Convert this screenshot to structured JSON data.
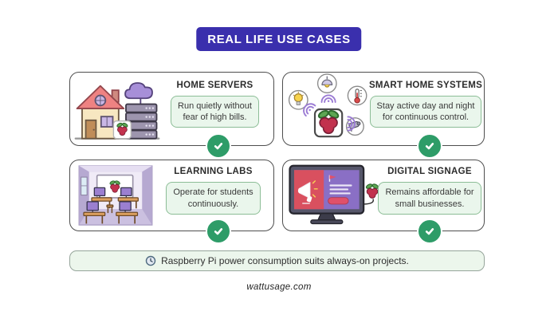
{
  "header": {
    "title": "REAL LIFE USE CASES"
  },
  "cards": [
    {
      "title": "HOME SERVERS",
      "description_line1": "Run quietly without",
      "description_line2": "fear of high bills.",
      "illustration": "house-cloud-server-illustration",
      "status_icon": "check-icon"
    },
    {
      "title": "SMART HOME SYSTEMS",
      "description_line1": "Stay active day and night",
      "description_line2": "for continuous control.",
      "illustration": "smart-home-devices-illustration",
      "status_icon": "check-icon"
    },
    {
      "title": "LEARNING LABS",
      "description_line1": "Operate for students",
      "description_line2": "continuously.",
      "illustration": "classroom-illustration",
      "status_icon": "check-icon"
    },
    {
      "title": "DIGITAL SIGNAGE",
      "description_line1": "Remains affordable for",
      "description_line2": "small businesses.",
      "illustration": "tv-signage-illustration",
      "status_icon": "check-icon"
    }
  ],
  "banner": {
    "icon": "clock-icon",
    "text": "Raspberry Pi power consumption suits always-on projects."
  },
  "footer": {
    "site": "wattusage.com"
  },
  "colors": {
    "badge_bg": "#3a2fad",
    "check_green": "#2e9c68",
    "note_bg": "#eaf6ec",
    "note_border": "#8cbd96",
    "banner_bg": "#ecf6ec",
    "card_border": "#4e4e4e",
    "raspberry_red": "#c2324e",
    "leaf_green": "#5da653"
  }
}
